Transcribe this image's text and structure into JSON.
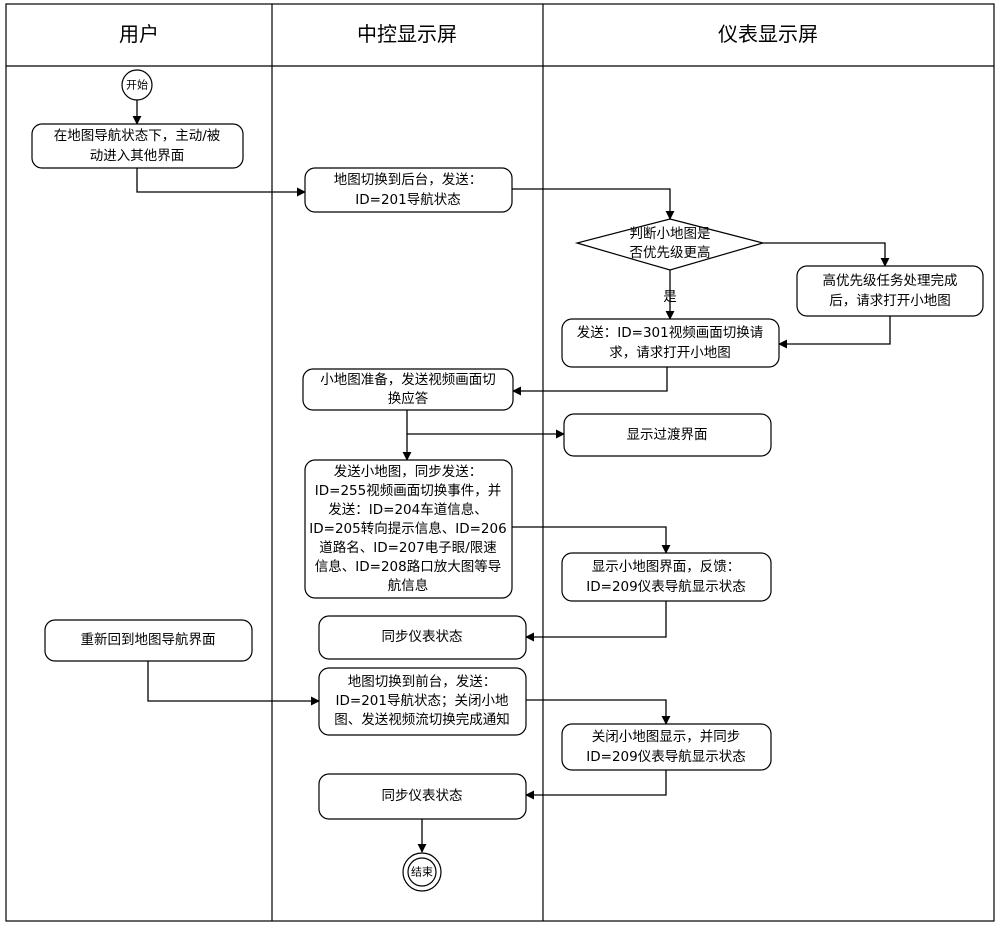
{
  "lanes": [
    "用户",
    "中控显示屏",
    "仪表显示屏"
  ],
  "nodes": {
    "start": "开始",
    "user_enter": [
      "在地图导航状态下，主动/被",
      "动进入其他界面"
    ],
    "map_to_bg": [
      "地图切换到后台，发送：",
      "ID=201导航状态"
    ],
    "judge": [
      "判断小地图是",
      "否优先级更高"
    ],
    "yes": "是",
    "high_priority": [
      "高优先级任务处理完成",
      "后，请求打开小地图"
    ],
    "send_301": [
      "发送：ID=301视频画面切换请",
      "求，请求打开小地图"
    ],
    "minimap_ready": [
      "小地图准备，发送视频画面切",
      "换应答"
    ],
    "show_transition": "显示过渡界面",
    "send_minimap": [
      "发送小地图，同步发送：",
      "ID=255视频画面切换事件，并",
      "发送：ID=204车道信息、",
      "ID=205转向提示信息、ID=206",
      "道路名、ID=207电子眼/限速",
      "信息、ID=208路口放大图等导",
      "航信息"
    ],
    "show_minimap": [
      "显示小地图界面，反馈：",
      "ID=209仪表导航显示状态"
    ],
    "sync_state_1": "同步仪表状态",
    "user_back": "重新回到地图导航界面",
    "map_to_fg": [
      "地图切换到前台，发送：",
      "ID=201导航状态；关闭小地",
      "图、发送视频流切换完成通知"
    ],
    "close_minimap": [
      "关闭小地图显示，并同步",
      "ID=209仪表导航显示状态"
    ],
    "sync_state_2": "同步仪表状态",
    "end": "结束"
  }
}
